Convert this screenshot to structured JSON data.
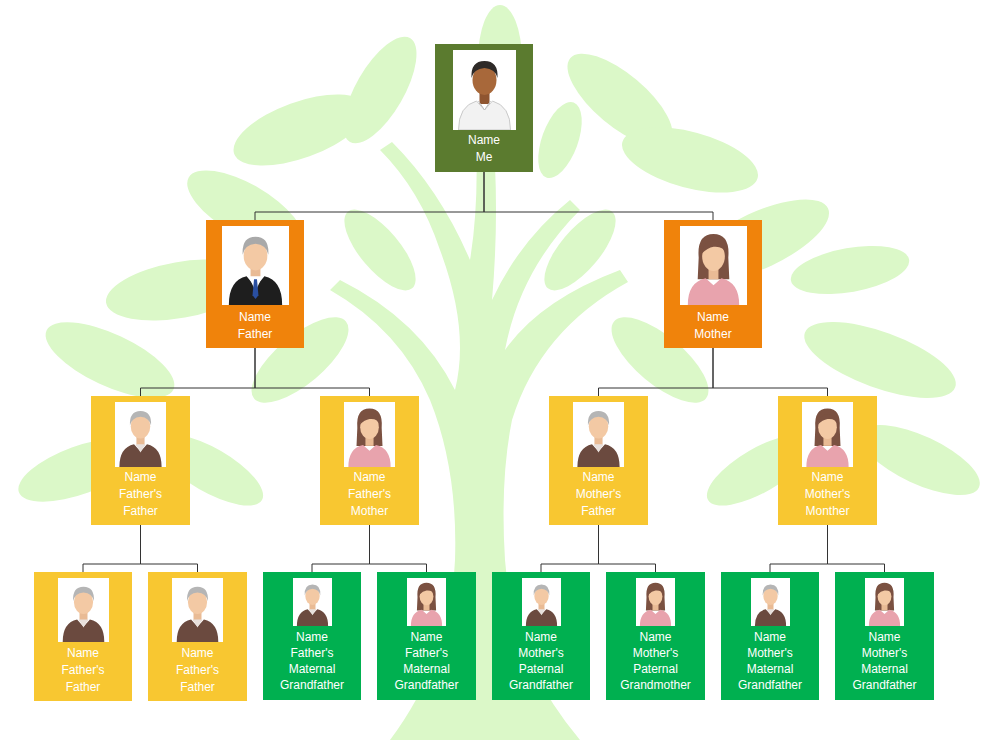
{
  "diagram": {
    "nodes": [
      {
        "text": [
          "Name",
          "Me"
        ]
      },
      {
        "text": [
          "Name",
          "Father"
        ]
      },
      {
        "text": [
          "Name",
          "Mother"
        ]
      },
      {
        "text": [
          "Name",
          "Father's Father"
        ]
      },
      {
        "text": [
          "Name",
          "Father's Mother"
        ]
      },
      {
        "text": [
          "Name",
          "Mother's Father"
        ]
      },
      {
        "text": [
          "Name",
          "Mother's Monther"
        ]
      },
      {
        "text": [
          "Name",
          "Father's Father"
        ]
      },
      {
        "text": [
          "Name",
          "Father's Father"
        ]
      },
      {
        "text": [
          "Name",
          "Father's Maternal Grandfather"
        ]
      },
      {
        "text": [
          "Name",
          "Father's Maternal Grandfather"
        ]
      },
      {
        "text": [
          "Name",
          "Mother's Paternal Grandfather"
        ]
      },
      {
        "text": [
          "Name",
          "Mother's Paternal Grandmother"
        ]
      },
      {
        "text": [
          "Name",
          "Mother's Maternal Grandfather"
        ]
      },
      {
        "text": [
          "Name",
          "Mother's Maternal Grandfather"
        ]
      }
    ],
    "edges": [
      {
        "from": 0,
        "to": 1,
        "arrow": "none"
      },
      {
        "from": 0,
        "to": 2,
        "arrow": "none"
      },
      {
        "from": 1,
        "to": 3,
        "arrow": "none"
      },
      {
        "from": 1,
        "to": 4,
        "arrow": "none"
      },
      {
        "from": 2,
        "to": 5,
        "arrow": "none"
      },
      {
        "from": 2,
        "to": 6,
        "arrow": "none"
      },
      {
        "from": 3,
        "to": 7,
        "arrow": "none"
      },
      {
        "from": 3,
        "to": 8,
        "arrow": "none"
      },
      {
        "from": 4,
        "to": 9,
        "arrow": "none"
      },
      {
        "from": 4,
        "to": 10,
        "arrow": "none"
      },
      {
        "from": 5,
        "to": 11,
        "arrow": "none"
      },
      {
        "from": 5,
        "to": 12,
        "arrow": "none"
      },
      {
        "from": 6,
        "to": 13,
        "arrow": "none"
      },
      {
        "from": 6,
        "to": 14,
        "arrow": "none"
      }
    ]
  }
}
